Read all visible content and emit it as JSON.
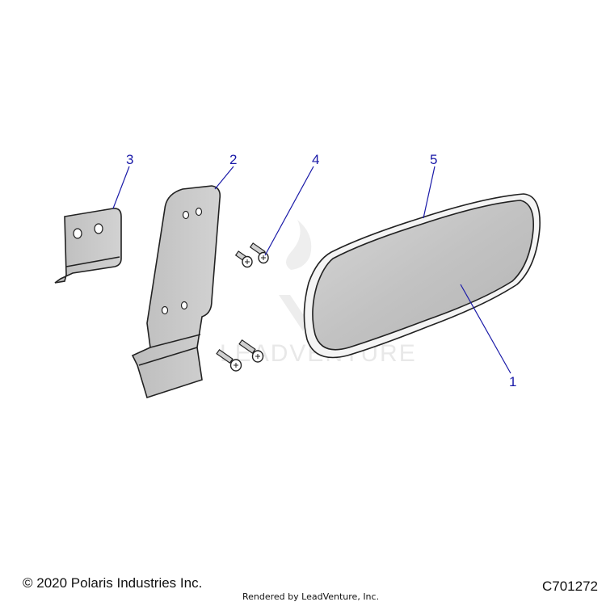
{
  "footer": {
    "copyright": "© 2020 Polaris Industries Inc.",
    "rendered_by": "Rendered by LeadVenture, Inc.",
    "drawing_number": "C701272"
  },
  "watermark": {
    "text": "LEADVENTURE"
  },
  "callouts": [
    {
      "id": "1",
      "label": "1",
      "part": "mirror glass"
    },
    {
      "id": "2",
      "label": "2",
      "part": "long mirror bracket"
    },
    {
      "id": "3",
      "label": "3",
      "part": "short bracket"
    },
    {
      "id": "4",
      "label": "4",
      "part": "screws"
    },
    {
      "id": "5",
      "label": "5",
      "part": "mirror housing"
    }
  ],
  "colors": {
    "callout": "#1a1aa8",
    "part_fill": "#c4c4c4",
    "outline": "#222222"
  }
}
